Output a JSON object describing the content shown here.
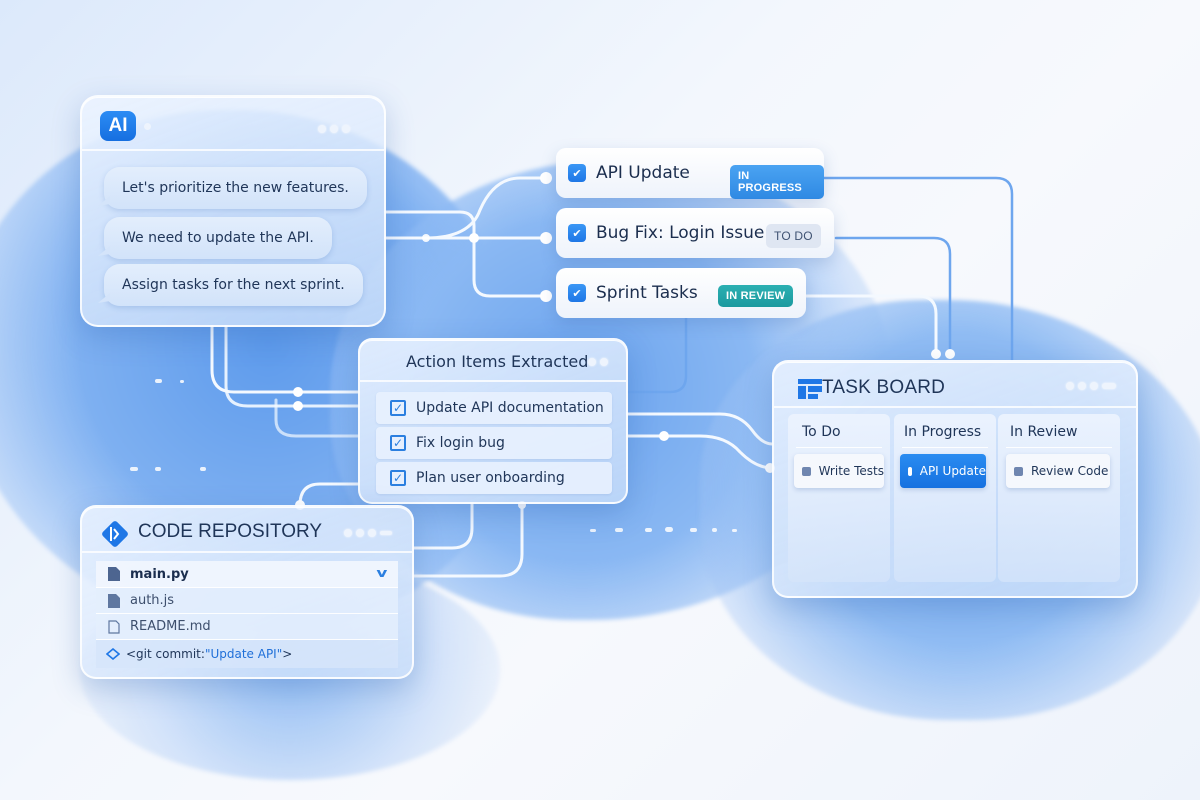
{
  "chat_panel": {
    "badge": "AI",
    "messages": [
      "Let's prioritize the new features.",
      "We need to update the API.",
      "Assign tasks for the next sprint."
    ]
  },
  "tasks": [
    {
      "label": "API Update",
      "status": "IN PROGRESS",
      "status_color": "#3b96ec"
    },
    {
      "label": "Bug Fix: Login Issue",
      "status": "TO DO",
      "status_color": "#dfe6f2"
    },
    {
      "label": "Sprint Tasks",
      "status": "IN REVIEW",
      "status_color": "#22a5a8"
    }
  ],
  "action_items": {
    "title": "Action Items Extracted",
    "items": [
      "Update API documentation",
      "Fix login bug",
      "Plan user onboarding"
    ]
  },
  "task_board": {
    "title": "TASK BOARD",
    "columns": [
      {
        "title": "To Do",
        "card": "Write Tests"
      },
      {
        "title": "In Progress",
        "card": "API Update"
      },
      {
        "title": "In Review",
        "card": "Review Code"
      }
    ]
  },
  "code_repository": {
    "title": "CODE REPOSITORY",
    "files": [
      "main.py",
      "auth.js",
      "README.md"
    ],
    "commit_prefix": "<git commit: ",
    "commit_message": "\"Update API\"",
    "commit_suffix": ">"
  },
  "colors": {
    "accent": "#1f77e6",
    "text": "#1f3558",
    "teal": "#22a5a8"
  }
}
